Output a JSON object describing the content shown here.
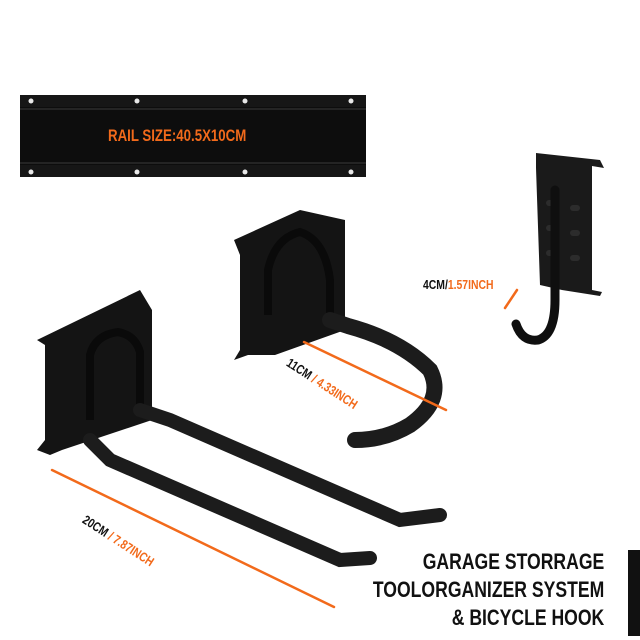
{
  "rail": {
    "label": "RAIL SIZE:40.5X10CM",
    "color": "#111111"
  },
  "dimensions": {
    "small_hook": {
      "metric": "4CM/",
      "imperial": "1.57INCH"
    },
    "medium_hook": {
      "metric": "11CM",
      "imperial": " / 4.33INCH"
    },
    "large_hook": {
      "metric": "20CM",
      "imperial": " / 7.87INCH"
    }
  },
  "title": {
    "line1": "GARAGE STORRAGE",
    "line2": "TOOLORGANIZER SYSTEM",
    "line3": "& BICYCLE HOOK"
  },
  "colors": {
    "accent": "#f26a1b",
    "product": "#1a1a1a",
    "text": "#111111",
    "background": "#ffffff"
  }
}
